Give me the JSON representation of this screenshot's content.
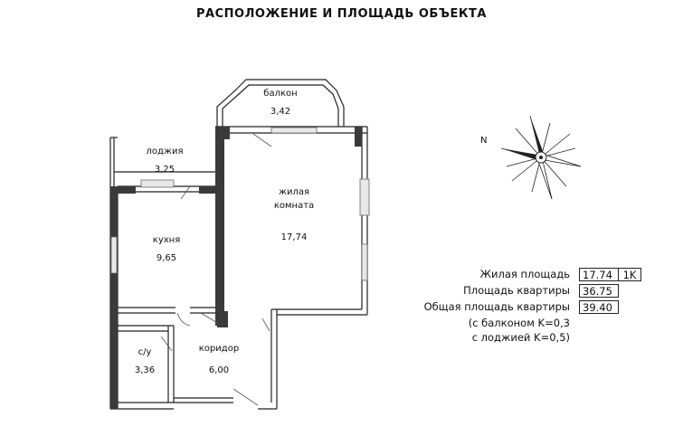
{
  "title": "РАСПОЛОЖЕНИЕ И ПЛОЩАДЬ ОБЪЕКТА",
  "rooms": {
    "balcony": {
      "name": "балкон",
      "area": "3,42"
    },
    "loggia": {
      "name": "лоджия",
      "area": "3,25"
    },
    "living": {
      "name1": "жилая",
      "name2": "комната",
      "area": "17,74"
    },
    "kitchen": {
      "name": "кухня",
      "area": "9,65"
    },
    "bathroom": {
      "name": "с/у",
      "area": "3,36"
    },
    "corridor": {
      "name": "коридор",
      "area": "6,00"
    }
  },
  "compass": {
    "north_label": "N"
  },
  "stats": {
    "living_area": {
      "label": "Жилая площадь",
      "value": "17.74",
      "suffix": "1K"
    },
    "apartment_area": {
      "label": "Площадь квартиры",
      "value": "36.75"
    },
    "total_area": {
      "label": "Общая площадь квартиры",
      "value": "39.40"
    },
    "note1": "(с балконом K=0,3",
    "note2": "с лоджией K=0,5)"
  }
}
